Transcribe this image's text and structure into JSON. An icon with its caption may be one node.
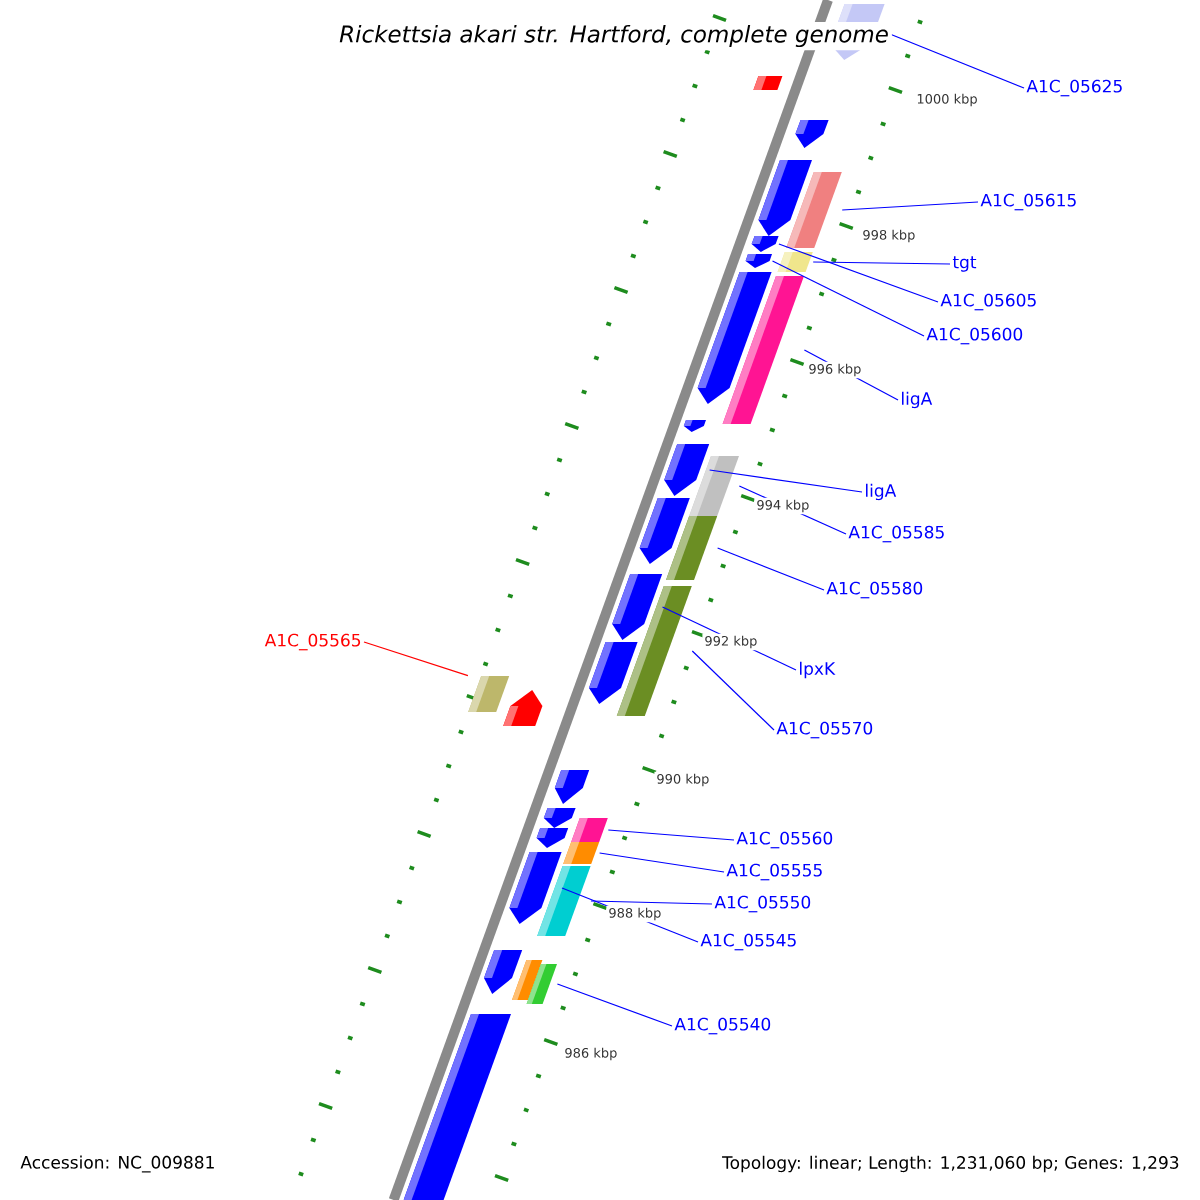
{
  "diagram": {
    "title": "Rickettsia akari str. Hartford, complete genome",
    "nodes": [
      {
        "text": [
          "A1C_05625"
        ]
      },
      {
        "text": [
          "A1C_05615"
        ]
      },
      {
        "text": [
          "tgt"
        ]
      },
      {
        "text": [
          "A1C_05605"
        ]
      },
      {
        "text": [
          "A1C_05600"
        ]
      },
      {
        "text": [
          "ligA"
        ]
      },
      {
        "text": [
          "ligA"
        ]
      },
      {
        "text": [
          "A1C_05585"
        ]
      },
      {
        "text": [
          "A1C_05580"
        ]
      },
      {
        "text": [
          "lpxK"
        ]
      },
      {
        "text": [
          "A1C_05570"
        ]
      },
      {
        "text": [
          "A1C_05565"
        ]
      },
      {
        "text": [
          "A1C_05560"
        ]
      },
      {
        "text": [
          "A1C_05555"
        ]
      },
      {
        "text": [
          "A1C_05550"
        ]
      },
      {
        "text": [
          "A1C_05545"
        ]
      },
      {
        "text": [
          "A1C_05540"
        ]
      },
      {
        "text": [],
        "shape": "bar"
      },
      {
        "text": [],
        "shape": "bar"
      },
      {
        "text": [],
        "shape": "bar"
      },
      {
        "text": [],
        "shape": "bar"
      },
      {
        "text": [],
        "shape": "bar"
      },
      {
        "text": [],
        "shape": "bar"
      },
      {
        "text": [],
        "shape": "bar"
      },
      {
        "text": [],
        "shape": "bar"
      },
      {
        "text": [],
        "shape": "bar"
      },
      {
        "text": [],
        "shape": "bar"
      },
      {
        "text": [],
        "shape": "bar"
      },
      {
        "text": [],
        "shape": "bar"
      },
      {
        "text": [],
        "shape": "bar"
      },
      {
        "text": [],
        "shape": "bar"
      },
      {
        "text": [],
        "shape": "bar"
      },
      {
        "text": [],
        "shape": "bar"
      },
      {
        "text": [],
        "shape": "bar"
      }
    ],
    "edges": [
      {
        "from": 0,
        "to": 17,
        "arrow": "none"
      },
      {
        "from": 1,
        "to": 18,
        "arrow": "none"
      },
      {
        "from": 2,
        "to": 19,
        "arrow": "none"
      },
      {
        "from": 3,
        "to": 20,
        "arrow": "none"
      },
      {
        "from": 4,
        "to": 21,
        "arrow": "none"
      },
      {
        "from": 5,
        "to": 22,
        "arrow": "none"
      },
      {
        "from": 6,
        "to": 23,
        "arrow": "none"
      },
      {
        "from": 7,
        "to": 24,
        "arrow": "none"
      },
      {
        "from": 8,
        "to": 25,
        "arrow": "none"
      },
      {
        "from": 9,
        "to": 26,
        "arrow": "none"
      },
      {
        "from": 10,
        "to": 27,
        "arrow": "none"
      },
      {
        "from": 11,
        "to": 28,
        "arrow": "none",
        "color": "#ff0000"
      },
      {
        "from": 12,
        "to": 29,
        "arrow": "none"
      },
      {
        "from": 13,
        "to": 30,
        "arrow": "none"
      },
      {
        "from": 14,
        "to": 31,
        "arrow": "none"
      },
      {
        "from": 15,
        "to": 32,
        "arrow": "none"
      },
      {
        "from": 16,
        "to": 33,
        "arrow": "none"
      }
    ],
    "labels": [
      "1000 kbp",
      "998 kbp",
      "996 kbp",
      "994 kbp",
      "992 kbp",
      "990 kbp",
      "988 kbp",
      "986 kbp",
      "Accession: NC_009881",
      "Topology: linear; Length: 1,231,060 bp; Genes: 1,293"
    ]
  }
}
